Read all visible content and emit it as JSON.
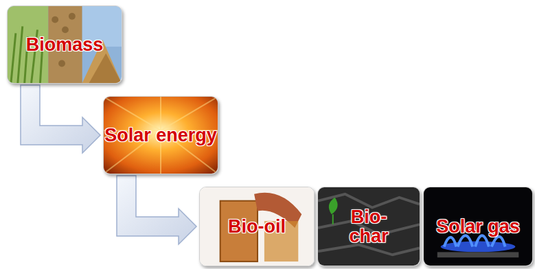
{
  "diagram": {
    "nodes": [
      {
        "text": [
          "Biomass"
        ]
      },
      {
        "text": [
          "Solar energy"
        ]
      },
      {
        "text": [
          "Bio-oil"
        ]
      },
      {
        "text": [
          "Bio-char"
        ]
      },
      {
        "text": [
          "Solar gas"
        ]
      }
    ],
    "edges": [
      {
        "from": 0,
        "to": 1,
        "arrow": "to"
      },
      {
        "from": 1,
        "to": 2,
        "arrow": "to"
      }
    ]
  }
}
